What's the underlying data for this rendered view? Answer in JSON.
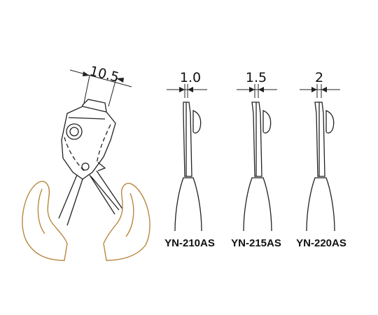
{
  "dimensions": {
    "tip_width": "10.5",
    "tip_1": "1.0",
    "tip_2": "1.5",
    "tip_3": "2"
  },
  "models": [
    {
      "label": "YN-210AS"
    },
    {
      "label": "YN-215AS"
    },
    {
      "label": "YN-220AS"
    }
  ],
  "colors": {
    "line": "#222222",
    "hand_outline": "#b8873f",
    "background": "#ffffff"
  }
}
